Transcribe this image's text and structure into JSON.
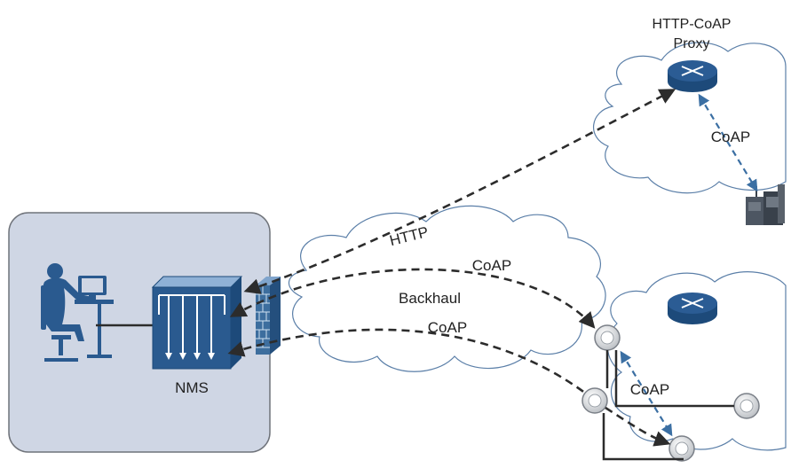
{
  "labels": {
    "proxy_line1": "HTTP-CoAP",
    "proxy_line2": "Proxy",
    "coap_proxy": "CoAP",
    "http": "HTTP",
    "coap_top": "CoAP",
    "backhaul": "Backhaul",
    "coap_bottom": "CoAP",
    "coap_mesh": "CoAP",
    "nms": "NMS"
  },
  "colors": {
    "nms_panel": "#cfd6e4",
    "nms_panel_border": "#6f737a",
    "device_blue": "#2a5a8f",
    "router_blue": "#2b5c94",
    "arrow_dark": "#2c2c2c",
    "arrow_blue": "#3b6fa3",
    "cloud_stroke": "#5b7fa8",
    "firewall": "#3d6e9e"
  },
  "icons": [
    "person-at-workstation-icon",
    "nms-server-icon",
    "firewall-icon",
    "router-icon",
    "sensor-device-icon",
    "smart-meter-icon"
  ]
}
